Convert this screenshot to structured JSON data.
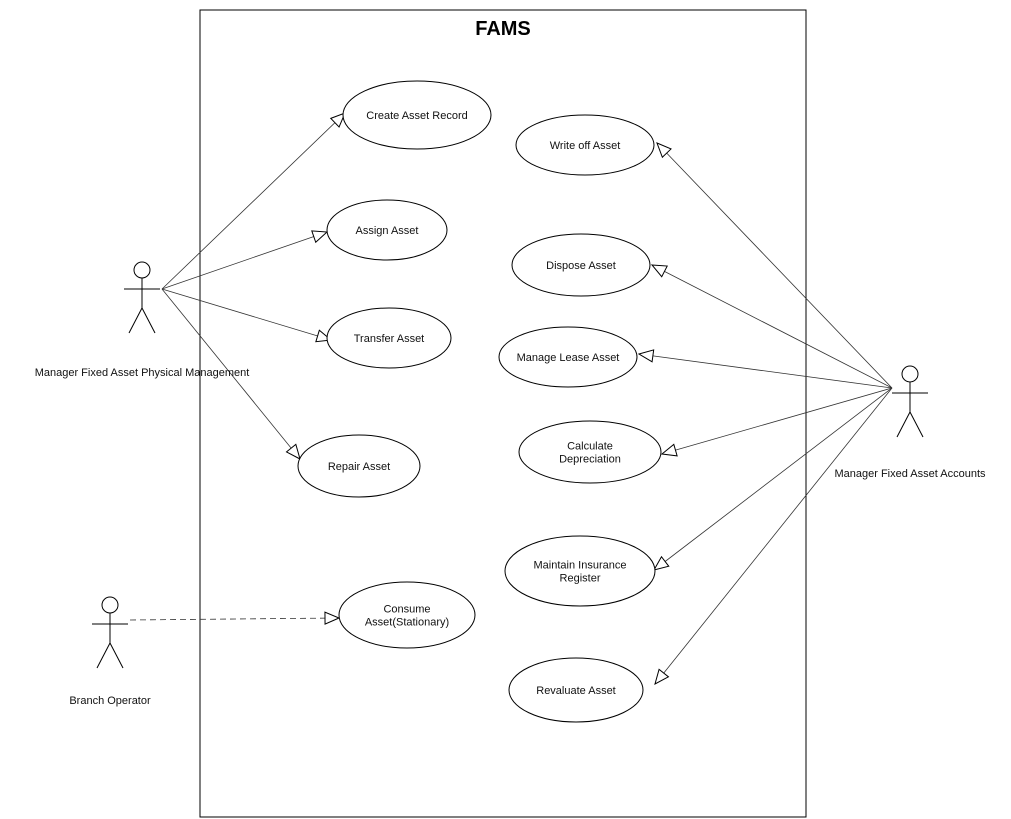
{
  "system": {
    "title": "FAMS"
  },
  "actors": {
    "physical": {
      "name": "Manager Fixed Asset Physical Management"
    },
    "accounts": {
      "name": "Manager Fixed Asset Accounts"
    },
    "branch": {
      "name": "Branch Operator"
    }
  },
  "use_cases": {
    "create": {
      "lines": [
        "Create Asset Record"
      ]
    },
    "assign": {
      "lines": [
        "Assign Asset"
      ]
    },
    "transfer": {
      "lines": [
        "Transfer Asset"
      ]
    },
    "repair": {
      "lines": [
        "Repair Asset"
      ]
    },
    "consume": {
      "lines": [
        "Consume",
        "Asset(Stationary)"
      ]
    },
    "writeoff": {
      "lines": [
        "Write off Asset"
      ]
    },
    "dispose": {
      "lines": [
        "Dispose Asset"
      ]
    },
    "lease": {
      "lines": [
        "Manage Lease Asset"
      ]
    },
    "depreciation": {
      "lines": [
        "Calculate",
        "Depreciation"
      ]
    },
    "insurance": {
      "lines": [
        "Maintain Insurance",
        "Register"
      ]
    },
    "revaluate": {
      "lines": [
        "Revaluate Asset"
      ]
    }
  }
}
